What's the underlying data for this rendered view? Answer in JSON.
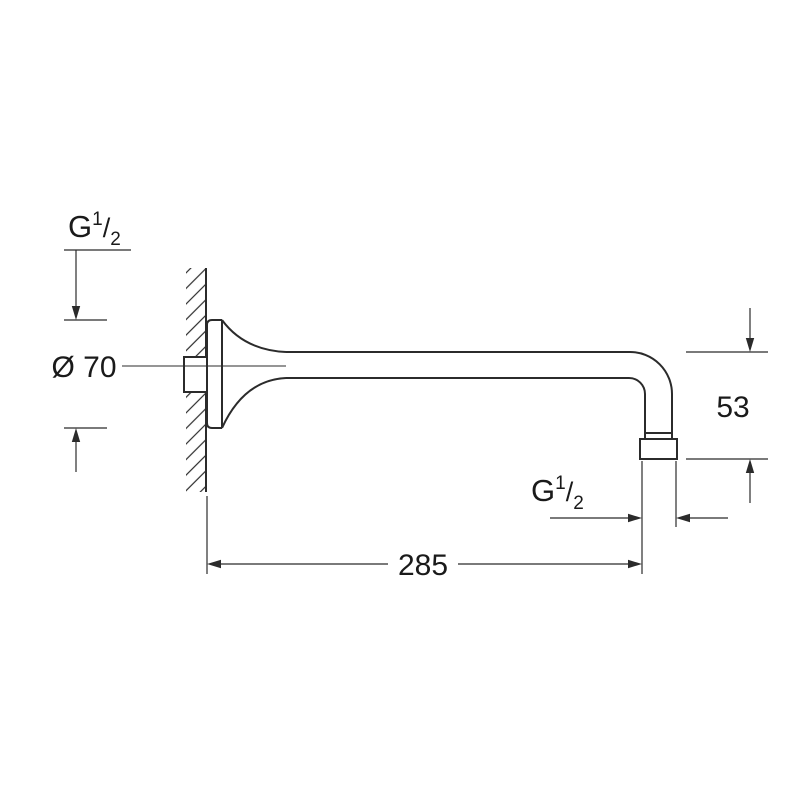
{
  "meta": {
    "background": "#ffffff",
    "line_color": "#2b2b2b",
    "text_color": "#1a1a1a",
    "description": "Technical dimension drawing, wall-mounted shower arm, side elevation"
  },
  "labels": {
    "wall_thread": {
      "base": "G",
      "numerator": "1",
      "slash": "/",
      "denominator": "2"
    },
    "flange_diameter": "Ø 70",
    "drop_height": "53",
    "outlet_thread": {
      "base": "G",
      "numerator": "1",
      "slash": "/",
      "denominator": "2"
    },
    "projection": "285"
  }
}
